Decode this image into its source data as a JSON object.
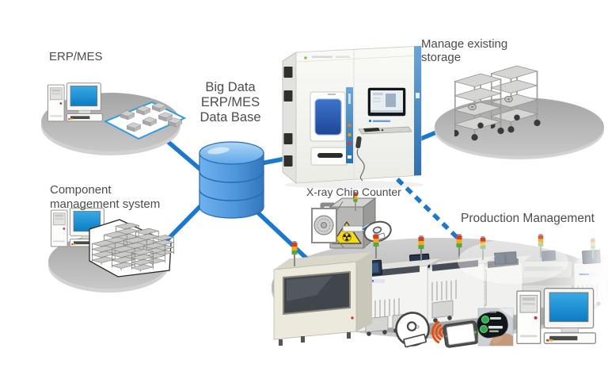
{
  "diagram": {
    "labels": {
      "erp_mes": "ERP/MES",
      "big_data_line1": "Big Data",
      "big_data_line2": "ERP/MES",
      "big_data_line3": "Data Base",
      "component_line1": "Component",
      "component_line2": "management system",
      "storage_line1": "Manage existing",
      "storage_line2": "storage",
      "xray": "X-ray Chip Counter",
      "production": "Production Management"
    },
    "symbols": {
      "radiation": "☢"
    },
    "colors": {
      "connector_blue": "#1b78cc",
      "database_blue_light": "#6fb2ee",
      "database_blue_dark": "#3376bc",
      "screen_blue": "#0f8ad2",
      "machine_accent_blue": "#3b7fc4",
      "radiation_yellow": "#f5d916",
      "wireless_orange": "#e8500f",
      "signal_red": "#d63c2c",
      "signal_amber": "#eead18",
      "signal_green": "#55a83c",
      "platform_gray": "#b5b5b5",
      "label_gray": "#4c4c4c"
    },
    "connections": [
      {
        "from": "ERP/MES",
        "to": "Big Data ERP/MES Data Base",
        "style": "solid"
      },
      {
        "from": "Component management system",
        "to": "Big Data ERP/MES Data Base",
        "style": "solid"
      },
      {
        "from": "Big Data ERP/MES Data Base",
        "to": "Storage tower machine",
        "style": "solid"
      },
      {
        "from": "Big Data ERP/MES Data Base",
        "to": "Production line",
        "style": "solid"
      },
      {
        "from": "Storage tower machine",
        "to": "Manage existing storage",
        "style": "solid"
      },
      {
        "from": "Storage tower machine",
        "to": "Production Management line",
        "style": "dashed"
      }
    ]
  }
}
